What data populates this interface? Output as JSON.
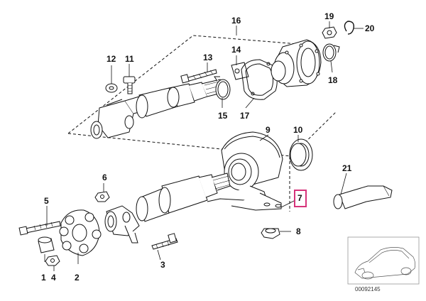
{
  "callouts": [
    {
      "id": "1",
      "label": "1"
    },
    {
      "id": "2",
      "label": "2"
    },
    {
      "id": "3",
      "label": "3"
    },
    {
      "id": "4",
      "label": "4"
    },
    {
      "id": "5",
      "label": "5"
    },
    {
      "id": "6",
      "label": "6"
    },
    {
      "id": "7",
      "label": "7",
      "highlighted": true
    },
    {
      "id": "8",
      "label": "8"
    },
    {
      "id": "9",
      "label": "9"
    },
    {
      "id": "10",
      "label": "10"
    },
    {
      "id": "11",
      "label": "11"
    },
    {
      "id": "12",
      "label": "12"
    },
    {
      "id": "13",
      "label": "13"
    },
    {
      "id": "14",
      "label": "14"
    },
    {
      "id": "15",
      "label": "15"
    },
    {
      "id": "16",
      "label": "16"
    },
    {
      "id": "17",
      "label": "17"
    },
    {
      "id": "18",
      "label": "18"
    },
    {
      "id": "19",
      "label": "19"
    },
    {
      "id": "20",
      "label": "20"
    },
    {
      "id": "21",
      "label": "21"
    }
  ],
  "reference_code": "00092145",
  "highlight_color": "#d6337a",
  "line_color": "#111111"
}
